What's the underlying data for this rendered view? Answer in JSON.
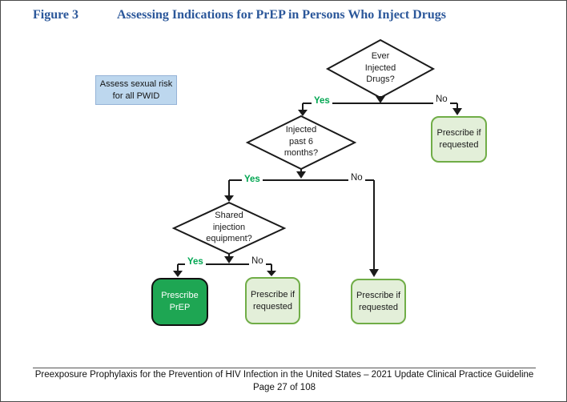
{
  "title": {
    "figure_label": "Figure 3",
    "figure_title": "Assessing Indications for PrEP in Persons Who Inject Drugs",
    "color": "#2B579A"
  },
  "note_box": {
    "text": "Assess sexual risk\nfor all PWID",
    "fill": "#BDD7EE",
    "border": "#95B3D7"
  },
  "decisions": [
    {
      "id": "ever-injected-drugs",
      "text": "Ever\nInjected\nDrugs?"
    },
    {
      "id": "injected-past-6-months",
      "text": "Injected\npast 6\nmonths?"
    },
    {
      "id": "shared-injection-equipment",
      "text": "Shared\ninjection\nequipment?"
    }
  ],
  "edge_labels": {
    "yes": "Yes",
    "no": "No",
    "yes_color": "#00A651",
    "no_color": "#1a1a1a"
  },
  "outcomes": [
    {
      "id": "prescribe-if-requested-top",
      "text": "Prescribe if\nrequested",
      "style": "light"
    },
    {
      "id": "prescribe-prep",
      "text": "Prescribe\nPrEP",
      "style": "dark"
    },
    {
      "id": "prescribe-if-requested-middle",
      "text": "Prescribe if\nrequested",
      "style": "light"
    },
    {
      "id": "prescribe-if-requested-right",
      "text": "Prescribe if\nrequested",
      "style": "light"
    }
  ],
  "colors": {
    "outcome_light_fill": "#E3EFD9",
    "outcome_light_border": "#70AD47",
    "outcome_dark_fill": "#1EA653",
    "outcome_dark_border": "#111111",
    "line": "#1a1a1a"
  },
  "footer": {
    "line1": "Preexposure Prophylaxis for the Prevention of HIV Infection in the United States – 2021 Update Clinical Practice Guideline",
    "line2": "Page 27 of 108"
  }
}
